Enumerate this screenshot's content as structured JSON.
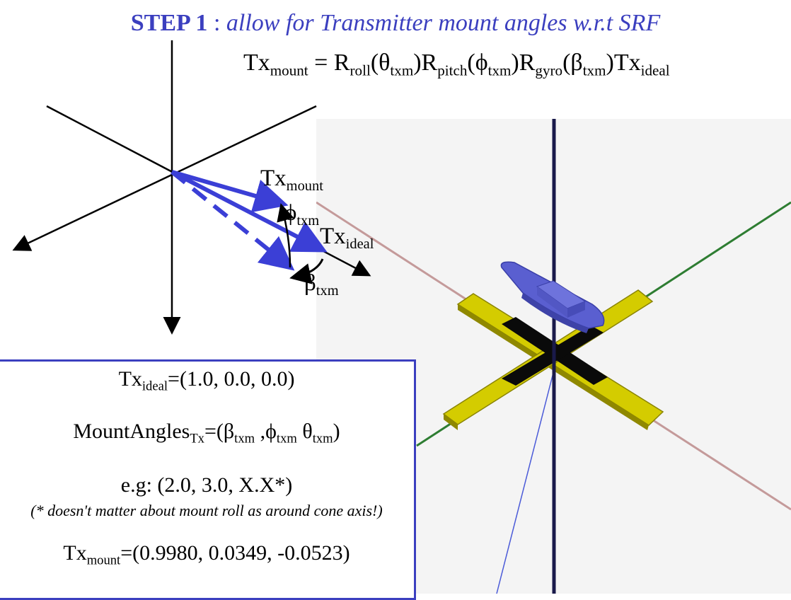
{
  "title": {
    "step": "STEP 1",
    "sep": " : ",
    "text": "allow for Transmitter mount angles w.r.t SRF"
  },
  "formula": {
    "lhs_base": "Tx",
    "lhs_sub": "mount",
    "equals": " = ",
    "r1": "R",
    "r1_sub": "roll",
    "a1_open": "(θ",
    "a1_sub": "txm",
    "a1_close": ")",
    "r2": "R",
    "r2_sub": "pitch",
    "a2_open": "(ϕ",
    "a2_sub": "txm",
    "a2_close": ")",
    "r3": "R",
    "r3_sub": "gyro",
    "a3_open": "(β",
    "a3_sub": "txm",
    "a3_close": ")",
    "rhs_base": "Tx",
    "rhs_sub": "ideal"
  },
  "diagram": {
    "tx_mount_base": "Tx",
    "tx_mount_sub": "mount",
    "phi_base": "ϕ",
    "phi_sub": "txm",
    "tx_ideal_base": "Tx",
    "tx_ideal_sub": "ideal",
    "beta_base": "β",
    "beta_sub": "txm",
    "vector_color": "#3b3fd6"
  },
  "infobox": {
    "l1_base": "Tx",
    "l1_sub": "ideal",
    "l1_val": "=(1.0, 0.0, 0.0)",
    "l2_base": "MountAngles",
    "l2_sub": "Tx",
    "l2_a": "=(β",
    "l2_a_sub": "txm",
    "l2_b": " ,ϕ",
    "l2_b_sub": "txm",
    "l2_c": "  θ",
    "l2_c_sub": "txm",
    "l2_end": ")",
    "l3": "e.g:  (2.0, 3.0, X.X*)",
    "note": "(* doesn't matter about mount roll as around cone axis!)",
    "l4_base": "Tx",
    "l4_sub": "mount",
    "l4_val": "=(0.9980, 0.0349, -0.0523)",
    "border_color": "#3b3fbf"
  },
  "render": {
    "background": "#f4f4f4",
    "platform_color": "#d4cc00",
    "ship_color": "#5a5fd0",
    "axis_green": "#2e7d32",
    "axis_pink": "#c49a9a",
    "axis_navy": "#1a1a4a"
  }
}
